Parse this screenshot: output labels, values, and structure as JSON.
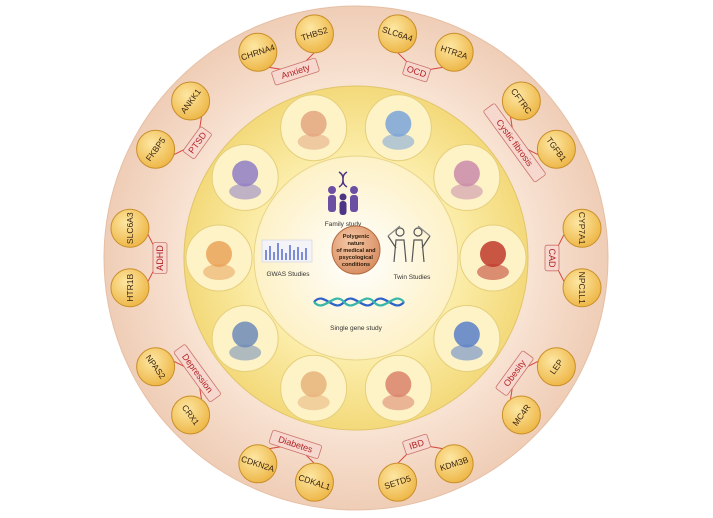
{
  "diagram": {
    "center": {
      "core": [
        "Polygenic",
        "nature",
        "of medical and",
        "psycological",
        "conditions"
      ],
      "studies": {
        "family": "Family study",
        "gwas": "GWAS Studies",
        "twin": "Twin Studies",
        "single": "Single gene study"
      }
    },
    "conditions": [
      {
        "name": "OCD",
        "genes": [
          "SLC6A4",
          "HTR2A"
        ]
      },
      {
        "name": "Cystic fibrosis",
        "genes": [
          "CFTRC",
          "TGFB1"
        ]
      },
      {
        "name": "CAD",
        "genes": [
          "CYP7A1",
          "NPC1L1"
        ]
      },
      {
        "name": "Obesity",
        "genes": [
          "LEP",
          "MC4R"
        ]
      },
      {
        "name": "IBD",
        "genes": [
          "KDM3B",
          "SETD5"
        ]
      },
      {
        "name": "Diabetes",
        "genes": [
          "CDKAL1",
          "CDKN2A"
        ]
      },
      {
        "name": "Depression",
        "genes": [
          "CRX1",
          "NPAS2"
        ]
      },
      {
        "name": "ADHD",
        "genes": [
          "HTR1B",
          "SLC6A3"
        ]
      },
      {
        "name": "PTSD",
        "genes": [
          "FKBP5",
          "ANKK1"
        ]
      },
      {
        "name": "Anxiety",
        "genes": [
          "CHRNA4",
          "THBS2"
        ]
      }
    ],
    "colors": {
      "outer_ring": "#f5dcca",
      "middle_ring": "#fae99a",
      "inner_disc": "#fff8de",
      "gene_node": "#f7c95c",
      "label_fill": "#f6d8cf",
      "label_text": "#b22222",
      "connector": "#d9433c"
    }
  }
}
